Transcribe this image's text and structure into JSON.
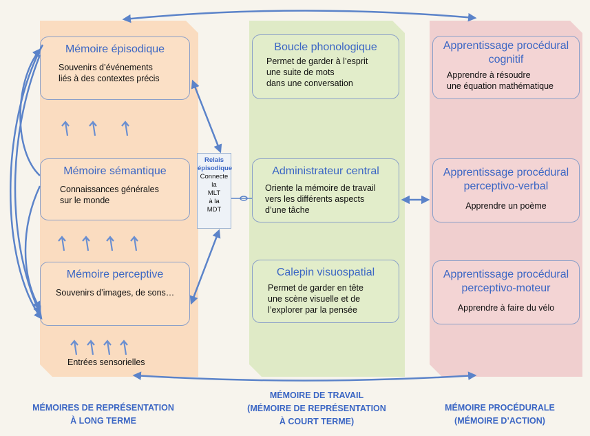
{
  "ltm": {
    "episodic": {
      "title": "Mémoire épisodique",
      "desc1": "Souvenirs d’événements",
      "desc2": "liés à des contextes précis"
    },
    "semantic": {
      "title": "Mémoire sémantique",
      "desc1": "Connaissances générales",
      "desc2": "sur le monde"
    },
    "perceptive": {
      "title": "Mémoire perceptive",
      "desc1": "Souvenirs d’images, de sons…"
    },
    "sensory": "Entrées sensorielles"
  },
  "relais": {
    "title1": "Relais",
    "title2": "épisodique",
    "l1": "Connecte",
    "l2": "la",
    "l3": "MLT",
    "l4": "à la",
    "l5": "MDT"
  },
  "wm": {
    "phono": {
      "title": "Boucle phonologique",
      "desc1": "Permet de garder à l’esprit",
      "desc2": "une suite de mots",
      "desc3": "dans une conversation"
    },
    "central": {
      "title": "Administrateur central",
      "desc1": "Oriente la mémoire de travail",
      "desc2": "vers les différents aspects",
      "desc3": "d’une tâche"
    },
    "visuo": {
      "title": "Calepin visuospatial",
      "desc1": "Permet de garder en tête",
      "desc2": "une scène visuelle et de",
      "desc3": "l’explorer par la pensée"
    }
  },
  "proc": {
    "cog": {
      "title1": "Apprentissage procédural",
      "title2": "cognitif",
      "desc": "Apprendre à résoudre",
      "desc2": "une équation mathématique"
    },
    "verbal": {
      "title1": "Apprentissage procédural",
      "title2": "perceptivo-verbal",
      "desc": "Apprendre un poème"
    },
    "motor": {
      "title1": "Apprentissage procédural",
      "title2": "perceptivo-moteur",
      "desc": "Apprendre à faire du vélo"
    }
  },
  "bottom": {
    "ltm1": "Mémoires de représentation",
    "ltm2": "à long terme",
    "wm1": "Mémoire de travail",
    "wm2": "(mémoire de représentation",
    "wm3": "à court terme)",
    "proc1": "Mémoire procédurale",
    "proc2": "(mémoire d’action)"
  }
}
